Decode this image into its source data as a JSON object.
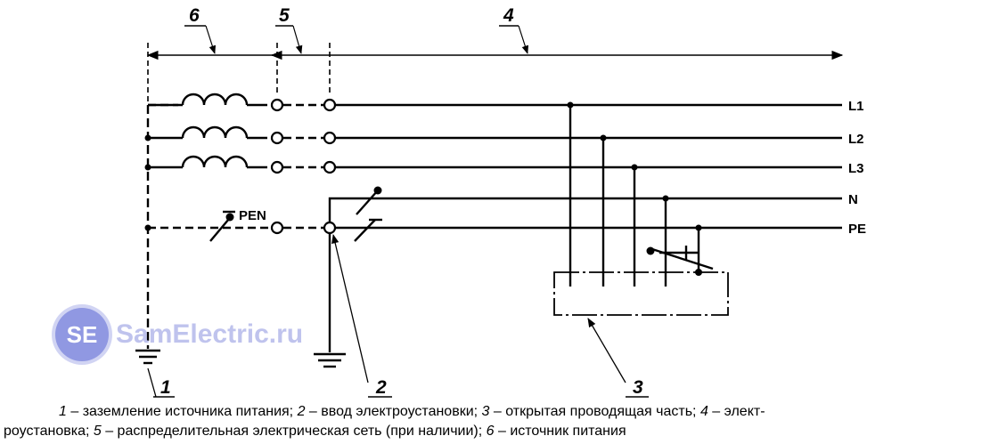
{
  "diagram": {
    "numbers": [
      "1",
      "2",
      "3",
      "4",
      "5",
      "6"
    ],
    "bus_labels": [
      "L1",
      "L2",
      "L3",
      "N",
      "PE"
    ],
    "pen_label": "PEN"
  },
  "watermark": {
    "badge": "SE",
    "text": "SamElectric.ru"
  },
  "caption": {
    "items": [
      {
        "num": "1",
        "text": " – заземление источника питания; "
      },
      {
        "num": "2",
        "text": " – ввод электроустановки; "
      },
      {
        "num": "3",
        "text": " – открытая проводящая часть; "
      },
      {
        "num": "4",
        "text": " – элект-"
      }
    ],
    "line2_prefix": "роустановка; ",
    "items2": [
      {
        "num": "5",
        "text": " – распределительная электрическая сеть (при наличии); "
      },
      {
        "num": "6",
        "text": " – источник питания"
      }
    ]
  },
  "colors": {
    "line": "#000000",
    "watermark": "#7d87dd"
  }
}
